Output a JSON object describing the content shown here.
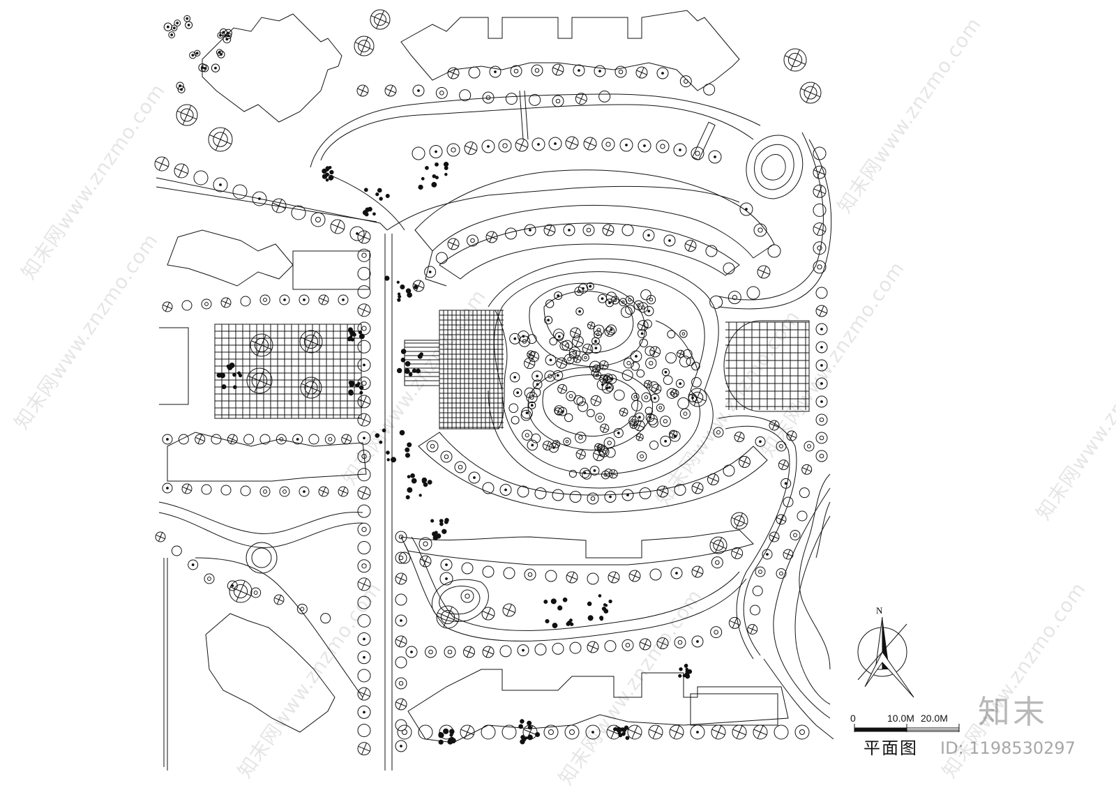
{
  "drawing": {
    "title": "平面图",
    "north": "N",
    "scale": {
      "ticks": [
        "0",
        "10.0M",
        "20.0M"
      ]
    }
  },
  "watermark": {
    "brand": "知末",
    "id": "ID: 1198530297",
    "site_text": "知末网www.znzmo.com"
  },
  "colors": {
    "line": "#111111",
    "background": "#ffffff"
  }
}
